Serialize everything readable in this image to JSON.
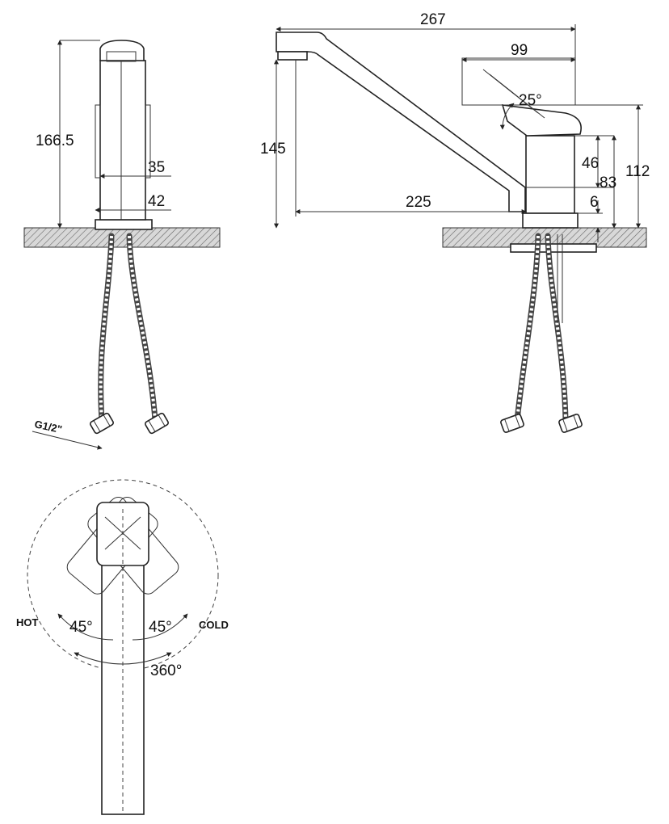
{
  "front_view": {
    "height_label": "166.5",
    "width_inner_label": "35",
    "width_outer_label": "42",
    "thread_label": "G1/2\""
  },
  "side_view": {
    "total_length_label": "267",
    "handle_length_label": "99",
    "lever_angle_label": "25°",
    "spout_height_label": "145",
    "reach_label": "225",
    "body_height_label": "46",
    "body_total_label": "83",
    "base_label": "6",
    "overall_height_label": "112"
  },
  "top_view": {
    "hot_label": "HOT",
    "cold_label": "COLD",
    "hot_angle_label": "45°",
    "cold_angle_label": "45°",
    "rotation_label": "360°"
  }
}
